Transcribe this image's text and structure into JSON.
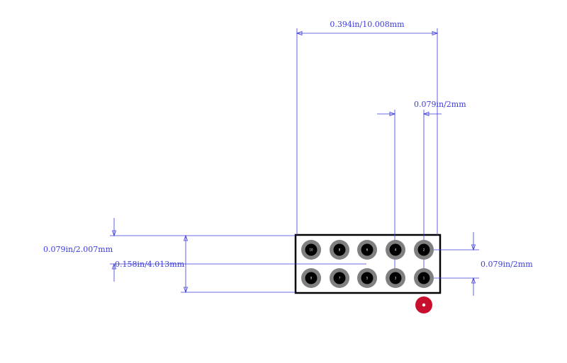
{
  "dimensions": {
    "overall_width": "0.394in/10.008mm",
    "pitch_x": "0.079in/2mm",
    "row_pitch_left": "0.079in/2.007mm",
    "overall_height": "0.158in/4.013mm",
    "row_pitch_right": "0.079in/2mm"
  },
  "pads": {
    "top_row": [
      "10",
      "8",
      "6",
      "4",
      "2"
    ],
    "bottom_row": [
      "9",
      "7",
      "5",
      "3",
      "1"
    ]
  },
  "colors": {
    "dimension": "#3b3bdc",
    "outline": "#000000",
    "pad_ring": "#808080",
    "pad_hole": "#000000",
    "pin1_marker": "#c8102e"
  }
}
